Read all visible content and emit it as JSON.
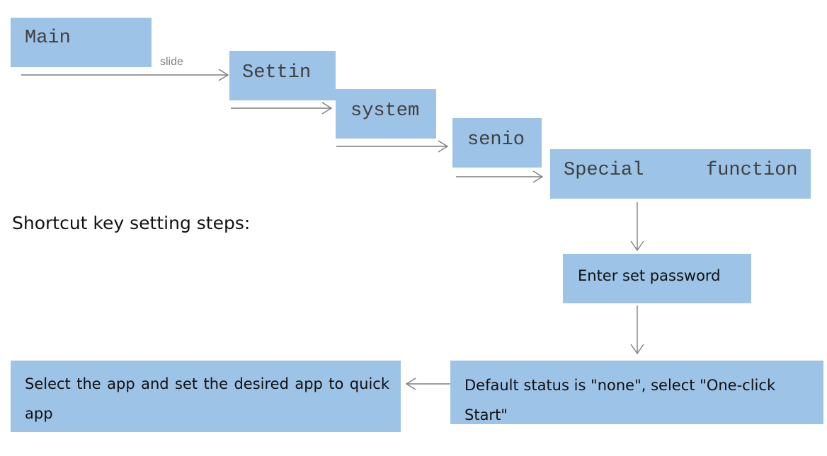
{
  "steps": {
    "main": "Main",
    "settings": "Settin",
    "system": "system",
    "senior": "senio",
    "special_left": "Special",
    "special_right": "function",
    "password": "Enter set password",
    "default_status": "Default status is \"none\", select \"One-click Start\"",
    "select_app": "Select the app and set the desired app to quick app"
  },
  "slide_label": "slide",
  "heading": "Shortcut key setting steps:",
  "colors": {
    "box_fill": "#9dc3e6",
    "arrow": "#7f7f7f",
    "text": "#111111"
  }
}
